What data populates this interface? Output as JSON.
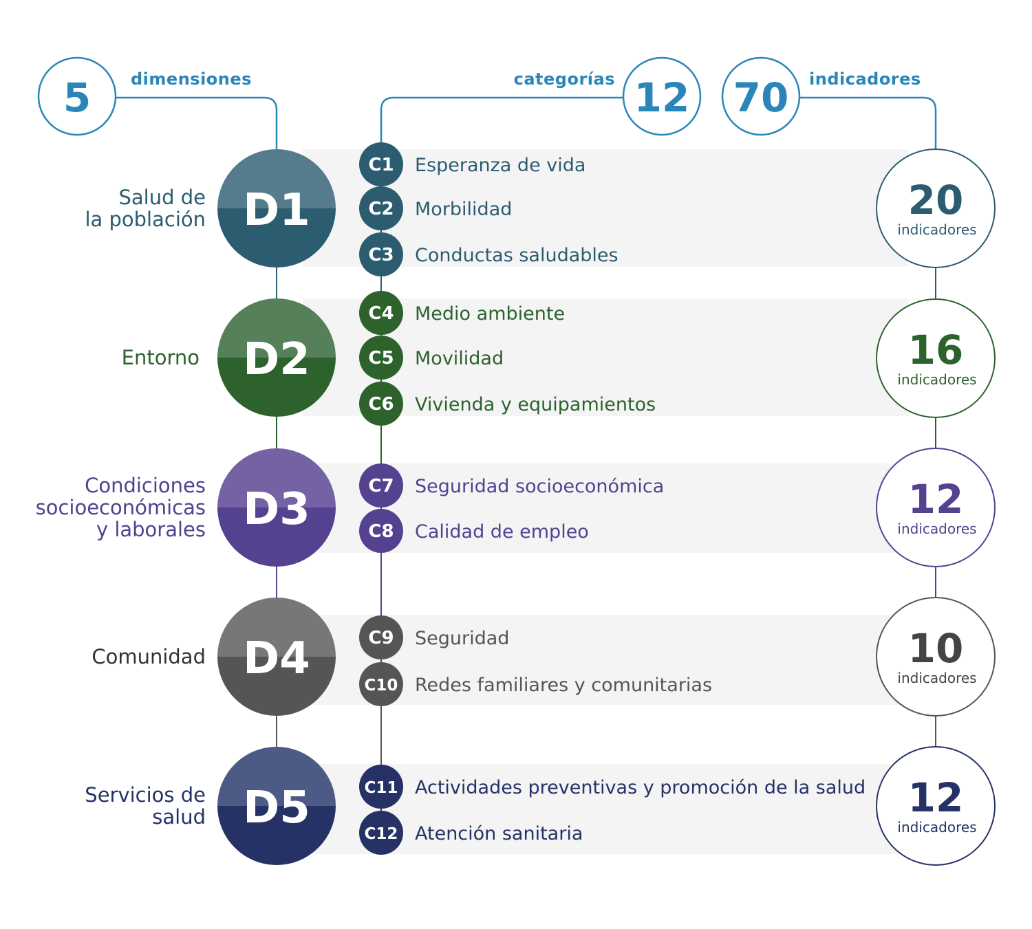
{
  "header": {
    "dimensions": {
      "count": "5",
      "label": "dimensiones"
    },
    "categories": {
      "count": "12",
      "label": "categorías"
    },
    "indicators": {
      "count": "70",
      "label": "indicadores"
    }
  },
  "accent_color": "#2a86b8",
  "dimensions": [
    {
      "code": "D1",
      "label_lines": [
        "Salud de",
        "la población"
      ],
      "color_top": "#557c8d",
      "color_bottom": "#2c5c70",
      "text_color": "#2c5c70",
      "categories": [
        {
          "code": "C1",
          "label": "Esperanza de vida"
        },
        {
          "code": "C2",
          "label": "Morbilidad"
        },
        {
          "code": "C3",
          "label": "Conductas saludables"
        }
      ],
      "indicator_count": "20",
      "indicator_word": "indicadores"
    },
    {
      "code": "D2",
      "label_lines": [
        "Entorno"
      ],
      "color_top": "#56805a",
      "color_bottom": "#2d622d",
      "text_color": "#2d622d",
      "categories": [
        {
          "code": "C4",
          "label": "Medio ambiente"
        },
        {
          "code": "C5",
          "label": "Movilidad"
        },
        {
          "code": "C6",
          "label": "Vivienda y equipamientos"
        }
      ],
      "indicator_count": "16",
      "indicator_word": "indicadores"
    },
    {
      "code": "D3",
      "label_lines": [
        "Condiciones",
        "socioeconómicas",
        "y laborales"
      ],
      "color_top": "#7462a5",
      "color_bottom": "#54418f",
      "text_color": "#54418f",
      "categories": [
        {
          "code": "C7",
          "label": "Seguridad socioeconómica"
        },
        {
          "code": "C8",
          "label": "Calidad de empleo"
        }
      ],
      "indicator_count": "12",
      "indicator_word": "indicadores"
    },
    {
      "code": "D4",
      "label_lines": [
        "Comunidad"
      ],
      "color_top": "#777777",
      "color_bottom": "#555555",
      "text_color": "#333333",
      "categories": [
        {
          "code": "C9",
          "label": "Seguridad"
        },
        {
          "code": "C10",
          "label": "Redes familiares y comunitarias"
        }
      ],
      "indicator_count": "10",
      "indicator_word": "indicadores"
    },
    {
      "code": "D5",
      "label_lines": [
        "Servicios de",
        "salud"
      ],
      "color_top": "#4d5a86",
      "color_bottom": "#263265",
      "text_color": "#263265",
      "categories": [
        {
          "code": "C11",
          "label": "Actividades preventivas y promoción de la salud"
        },
        {
          "code": "C12",
          "label": "Atención sanitaria"
        }
      ],
      "indicator_count": "12",
      "indicator_word": "indicadores"
    }
  ]
}
